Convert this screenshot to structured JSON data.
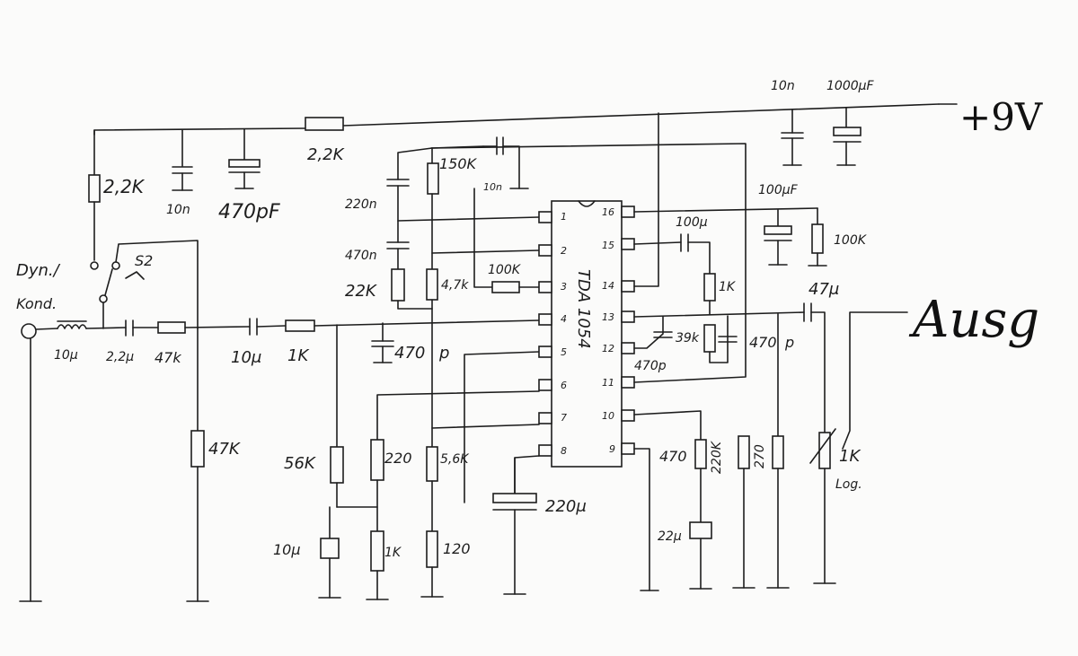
{
  "supply": {
    "label": "+9V",
    "cap_10n": "10n",
    "cap_1000": "1000μF"
  },
  "output": {
    "label": "Ausg",
    "pot": "1K",
    "pot_type": "Log.",
    "cap": "47μ"
  },
  "input": {
    "label_dyn": "Dyn./",
    "label_kond": "Kond.",
    "switch": "S2"
  },
  "components": {
    "r_2k2_top": "2,2K",
    "r_2k2_left": "2,2K",
    "c_10n_left": "10n",
    "c_470pF": "470pF",
    "c_220n": "220n",
    "c_470n": "470n",
    "r_22k": "22K",
    "r_150k": "150K",
    "c_10n_mid": "10n",
    "r_4k7": "4,7k",
    "r_100k": "100K",
    "l_10u": "10μ",
    "c_2u2": "2,2μ",
    "r_47k_in": "47k",
    "c_10u_in": "10μ",
    "r_1k_in": "1K",
    "c_470p_in": "470",
    "c_470p_in_unit": "p",
    "r_47k_gnd": "47K",
    "r_56k": "56K",
    "c_10u_bottom": "10μ",
    "r_220": "220",
    "r_1k_bottom": "1K",
    "r_5k6": "5,6K",
    "r_120": "120",
    "c_220u": "220μ",
    "c_100u": "100μ",
    "r_1k_right": "1K",
    "c_100uF": "100μF",
    "r_100k_right": "100K",
    "r_39k": "39k",
    "c_470p_13": "470p",
    "c_470p_right": "470",
    "c_470p_right_unit": "p",
    "r_470": "470",
    "r_220k": "220K",
    "r_270": "270",
    "c_22u": "22μ"
  },
  "ic": {
    "name": "TDA 1054",
    "pins_left": [
      "1",
      "2",
      "3",
      "4",
      "5",
      "6",
      "7",
      "8"
    ],
    "pins_right": [
      "16",
      "15",
      "14",
      "13",
      "12",
      "11",
      "10",
      "9"
    ]
  }
}
